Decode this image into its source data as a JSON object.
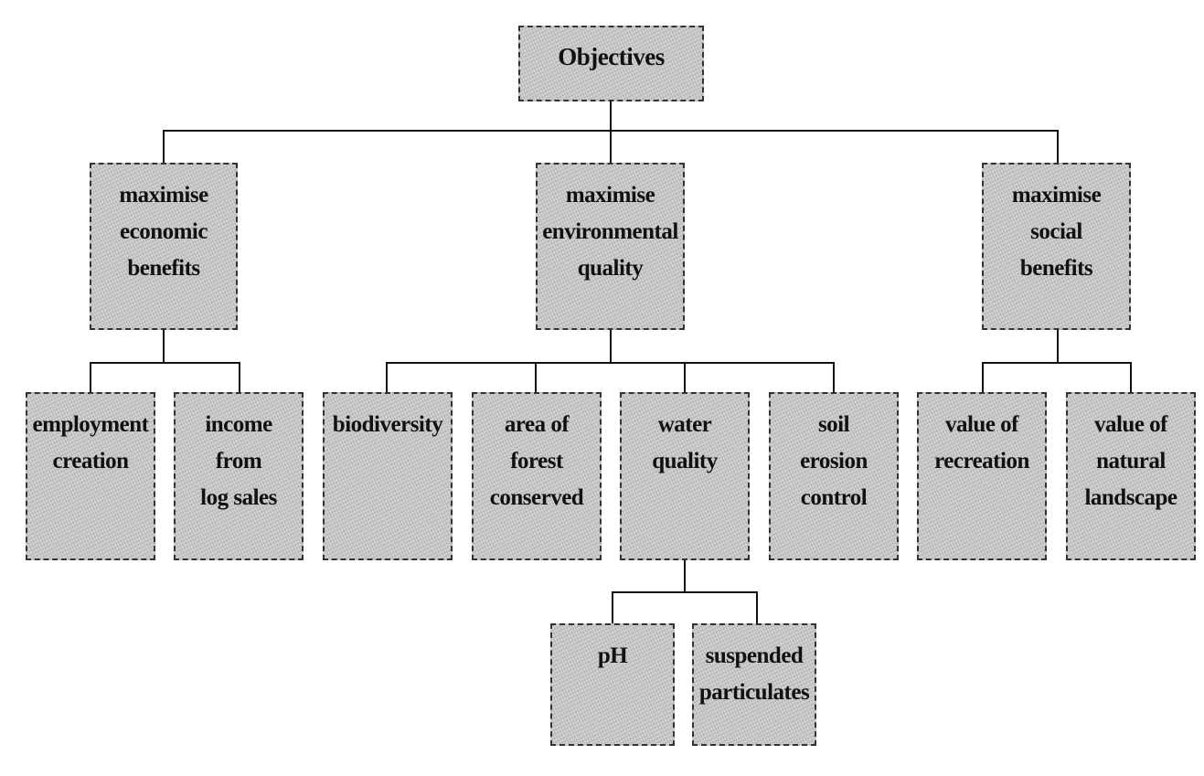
{
  "diagram": {
    "type": "hierarchy-tree",
    "root": {
      "label": [
        "Objectives"
      ]
    },
    "level1": [
      {
        "label": [
          "maximise",
          "economic",
          "benefits"
        ],
        "children": [
          {
            "label": [
              "employment",
              "creation"
            ]
          },
          {
            "label": [
              "income",
              "from",
              "log sales"
            ]
          }
        ]
      },
      {
        "label": [
          "maximise",
          "environmental",
          "quality"
        ],
        "children": [
          {
            "label": [
              "biodiversity"
            ]
          },
          {
            "label": [
              "area of",
              "forest",
              "conserved"
            ]
          },
          {
            "label": [
              "water",
              "quality"
            ],
            "children": [
              {
                "label": [
                  "pH"
                ]
              },
              {
                "label": [
                  "suspended",
                  "particulates"
                ]
              }
            ]
          },
          {
            "label": [
              "soil",
              "erosion",
              "control"
            ]
          }
        ]
      },
      {
        "label": [
          "maximise",
          "social",
          "benefits"
        ],
        "children": [
          {
            "label": [
              "value of",
              "recreation"
            ]
          },
          {
            "label": [
              "value of",
              "natural",
              "landscape"
            ]
          }
        ]
      }
    ]
  },
  "colors": {
    "box_fill": "#c4c4c4",
    "box_border": "#333333",
    "connector": "#111111",
    "text": "#111111"
  }
}
